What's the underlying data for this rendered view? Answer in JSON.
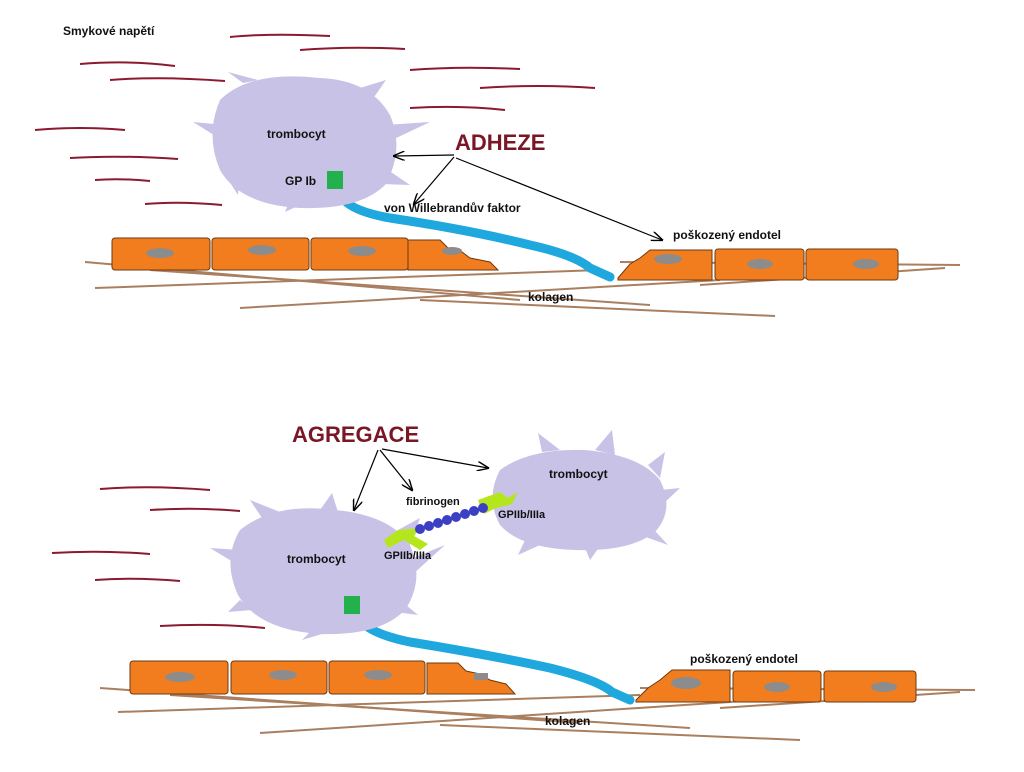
{
  "shear_label": "Smykové napětí",
  "adhesion": {
    "title": "ADHEZE",
    "platelet": "trombocyt",
    "receptor": "GP Ib",
    "vwf": "von Willebrandův faktor",
    "endothelium": "poškozený endotel",
    "collagen": "kolagen"
  },
  "aggregation": {
    "title": "AGREGACE",
    "platelet_left": "trombocyt",
    "platelet_right": "trombocyt",
    "fibrinogen": "fibrinogen",
    "receptor_left": "GPIIb/IIIa",
    "receptor_right": "GPIIb/IIIa",
    "endothelium": "poškozený endotel",
    "collagen": "kolagen"
  },
  "colors": {
    "platelet": "#c8c3e6",
    "endothelial_cell": "#f27d1e",
    "nucleus": "#8c8c8c",
    "vwf": "#1fa8dd",
    "receptor": "#22b14c",
    "gp2b3a": "#b5e61d",
    "fibrinogen": "#3b3fc4",
    "collagen": "#a97f60",
    "shear": "#8b1a2e",
    "title": "#7a1726"
  }
}
